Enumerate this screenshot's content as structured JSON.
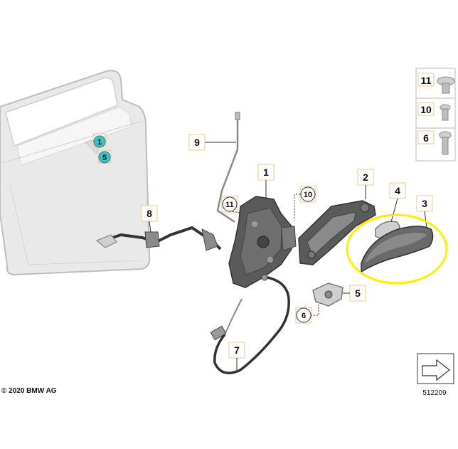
{
  "callouts": {
    "door_1": "1",
    "door_5": "5",
    "part_9": "9",
    "part_1": "1",
    "part_2": "2",
    "part_4": "4",
    "part_3": "3",
    "part_11": "11",
    "part_10": "10",
    "part_8": "8",
    "part_5": "5",
    "part_6": "6",
    "part_7": "7"
  },
  "legend": [
    {
      "number": "11"
    },
    {
      "number": "10"
    },
    {
      "number": "6"
    }
  ],
  "copyright": "© 2020 BMW AG",
  "diagram_id": "512209",
  "colors": {
    "highlight": "#ffee00",
    "door_marker": "#3cc3c3",
    "label_box": "#f2c98a",
    "part_dark": "#5a5a5a",
    "part_light": "#cfcfcf"
  }
}
